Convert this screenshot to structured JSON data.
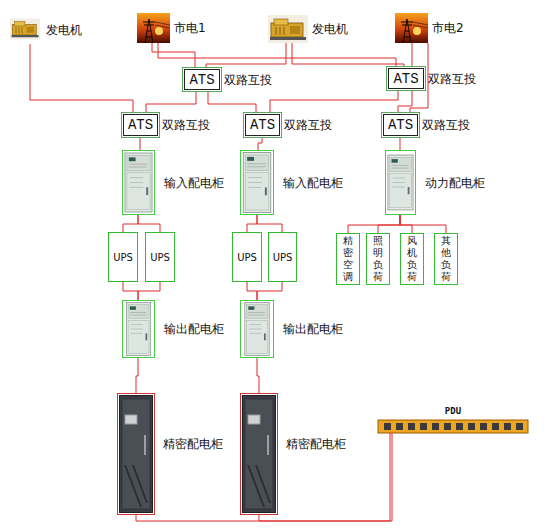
{
  "diagram": {
    "nodes": [
      {
        "text": [
          "发电机"
        ]
      },
      {
        "text": [
          "市电1"
        ]
      },
      {
        "text": [
          "发电机"
        ]
      },
      {
        "text": [
          "市电2"
        ]
      },
      {
        "text": [
          "ATS",
          "双路互投"
        ]
      },
      {
        "text": [
          "ATS",
          "双路互投"
        ]
      },
      {
        "text": [
          "ATS",
          "双路互投"
        ]
      },
      {
        "text": [
          "ATS",
          "双路互投"
        ]
      },
      {
        "text": [
          "ATS",
          "双路互投"
        ]
      },
      {
        "text": [
          "输入配电柜"
        ]
      },
      {
        "text": [
          "输入配电柜"
        ]
      },
      {
        "text": [
          "动力配电柜"
        ]
      },
      {
        "text": [
          "UPS"
        ]
      },
      {
        "text": [
          "UPS"
        ]
      },
      {
        "text": [
          "UPS"
        ]
      },
      {
        "text": [
          "UPS"
        ]
      },
      {
        "text": [
          "精密空调"
        ]
      },
      {
        "text": [
          "照明负荷"
        ]
      },
      {
        "text": [
          "风机负荷"
        ]
      },
      {
        "text": [
          "其他负荷"
        ]
      },
      {
        "text": [
          "输出配电柜"
        ]
      },
      {
        "text": [
          "输出配电柜"
        ]
      },
      {
        "text": [
          "精密配电柜"
        ]
      },
      {
        "text": [
          "精密配电柜"
        ]
      },
      {
        "text": [
          "PDU"
        ]
      }
    ],
    "edges": [
      {
        "from": 0,
        "to": 6,
        "arrow": "none"
      },
      {
        "from": 1,
        "to": 4,
        "arrow": "none"
      },
      {
        "from": 1,
        "to": 5,
        "arrow": "none"
      },
      {
        "from": 2,
        "to": 4,
        "arrow": "none"
      },
      {
        "from": 2,
        "to": 5,
        "arrow": "none"
      },
      {
        "from": 3,
        "to": 5,
        "arrow": "none"
      },
      {
        "from": 3,
        "to": 8,
        "arrow": "none"
      },
      {
        "from": 4,
        "to": 6,
        "arrow": "none"
      },
      {
        "from": 4,
        "to": 7,
        "arrow": "none"
      },
      {
        "from": 5,
        "to": 7,
        "arrow": "none"
      },
      {
        "from": 5,
        "to": 8,
        "arrow": "none"
      },
      {
        "from": 6,
        "to": 9,
        "arrow": "none"
      },
      {
        "from": 7,
        "to": 10,
        "arrow": "none"
      },
      {
        "from": 8,
        "to": 11,
        "arrow": "none"
      },
      {
        "from": 9,
        "to": 12,
        "arrow": "none"
      },
      {
        "from": 9,
        "to": 13,
        "arrow": "none"
      },
      {
        "from": 10,
        "to": 14,
        "arrow": "none"
      },
      {
        "from": 10,
        "to": 15,
        "arrow": "none"
      },
      {
        "from": 11,
        "to": 16,
        "arrow": "none"
      },
      {
        "from": 11,
        "to": 17,
        "arrow": "none"
      },
      {
        "from": 11,
        "to": 18,
        "arrow": "none"
      },
      {
        "from": 11,
        "to": 19,
        "arrow": "none"
      },
      {
        "from": 12,
        "to": 20,
        "arrow": "none"
      },
      {
        "from": 13,
        "to": 20,
        "arrow": "none"
      },
      {
        "from": 14,
        "to": 21,
        "arrow": "none"
      },
      {
        "from": 15,
        "to": 21,
        "arrow": "none"
      },
      {
        "from": 20,
        "to": 22,
        "arrow": "none"
      },
      {
        "from": 21,
        "to": 23,
        "arrow": "none"
      },
      {
        "from": 22,
        "to": 24,
        "arrow": "none"
      },
      {
        "from": 23,
        "to": 24,
        "arrow": "none"
      }
    ]
  }
}
